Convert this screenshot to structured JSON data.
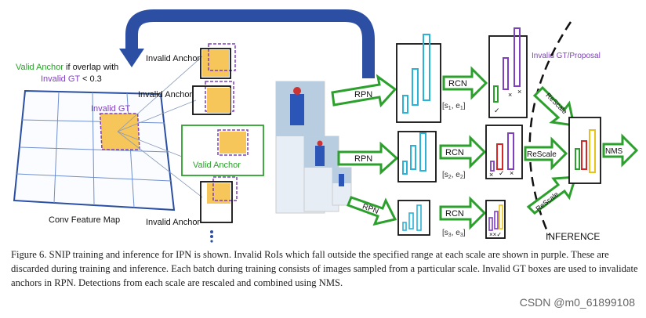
{
  "figure": {
    "valid_anchor_note": {
      "line1_green": "Valid Anchor",
      "line1_rest": " if overlap with",
      "line2_purple": "Invalid GT",
      "line2_rest": " < 0.3"
    },
    "invalid_gt": "Invalid GT",
    "feature_map": "Conv Feature Map",
    "anchors": {
      "invalid_1": "Invalid Anchor",
      "invalid_2": "Invalid Anchor",
      "valid": "Valid Anchor",
      "invalid_3": "Invalid Anchor"
    },
    "rpn": [
      "RPN",
      "RPN",
      "RPN"
    ],
    "rcn": [
      "RCN",
      "RCN",
      "RCN"
    ],
    "ranges": [
      {
        "base": "[s",
        "sub1": "1",
        "mid": ", e",
        "sub2": "1",
        "end": "]"
      },
      {
        "base": "[s",
        "sub1": "2",
        "mid": ", e",
        "sub2": "2",
        "end": "]"
      },
      {
        "base": "[s",
        "sub1": "3",
        "mid": ", e",
        "sub2": "3",
        "end": "]"
      }
    ],
    "invalid_proposal": "Invalid GT/Proposal",
    "rescale": [
      "ReScale",
      "ReScale",
      "ReScale"
    ],
    "nms": "NMS",
    "inference": "INFERENCE",
    "colors": {
      "green": "#2ca02c",
      "purple": "#7f3fbf",
      "blue_arrow": "#2c4fa3",
      "grid": "#2a4fa0",
      "anchor_fill": "#f7c65a",
      "cyan": "#2ab3d6",
      "red": "#d62728",
      "yellow": "#e8c21c"
    }
  },
  "caption": "Figure 6. SNIP training and inference for IPN is shown. Invalid RoIs which fall outside the specified range at each scale are shown in purple. These are discarded during training and inference. Each batch during training consists of images sampled from a particular scale. Invalid GT boxes are used to invalidate anchors in RPN. Detections from each scale are rescaled and combined using NMS.",
  "watermark": "CSDN @m0_61899108"
}
